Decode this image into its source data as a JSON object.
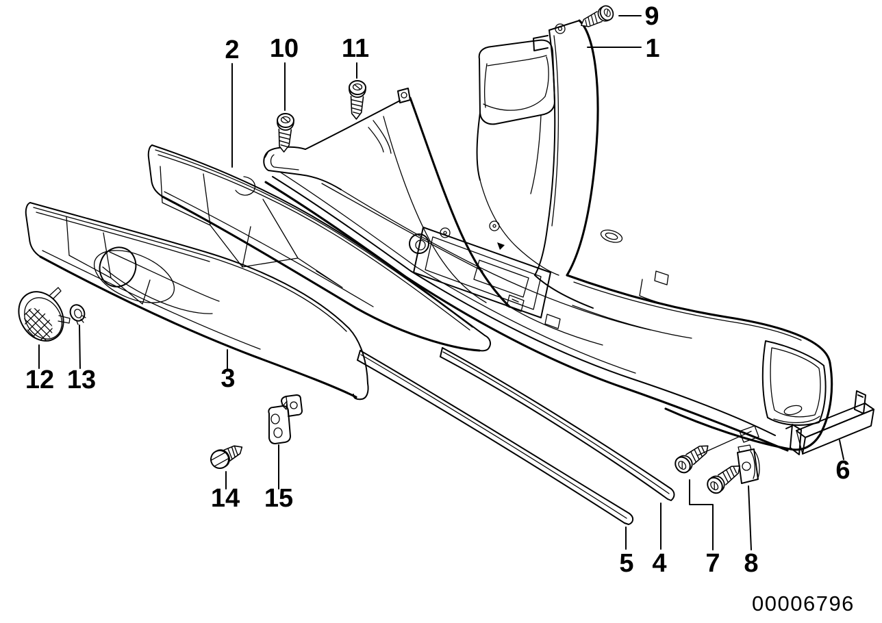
{
  "diagram": {
    "background_color": "#ffffff",
    "line_color": "#000000",
    "doc_number": "00006796",
    "callouts": [
      {
        "label": "1"
      },
      {
        "label": "2"
      },
      {
        "label": "3"
      },
      {
        "label": "4"
      },
      {
        "label": "5"
      },
      {
        "label": "6"
      },
      {
        "label": "7"
      },
      {
        "label": "8"
      },
      {
        "label": "9"
      },
      {
        "label": "10"
      },
      {
        "label": "11"
      },
      {
        "label": "12"
      },
      {
        "label": "13"
      },
      {
        "label": "14"
      },
      {
        "label": "15"
      }
    ]
  }
}
